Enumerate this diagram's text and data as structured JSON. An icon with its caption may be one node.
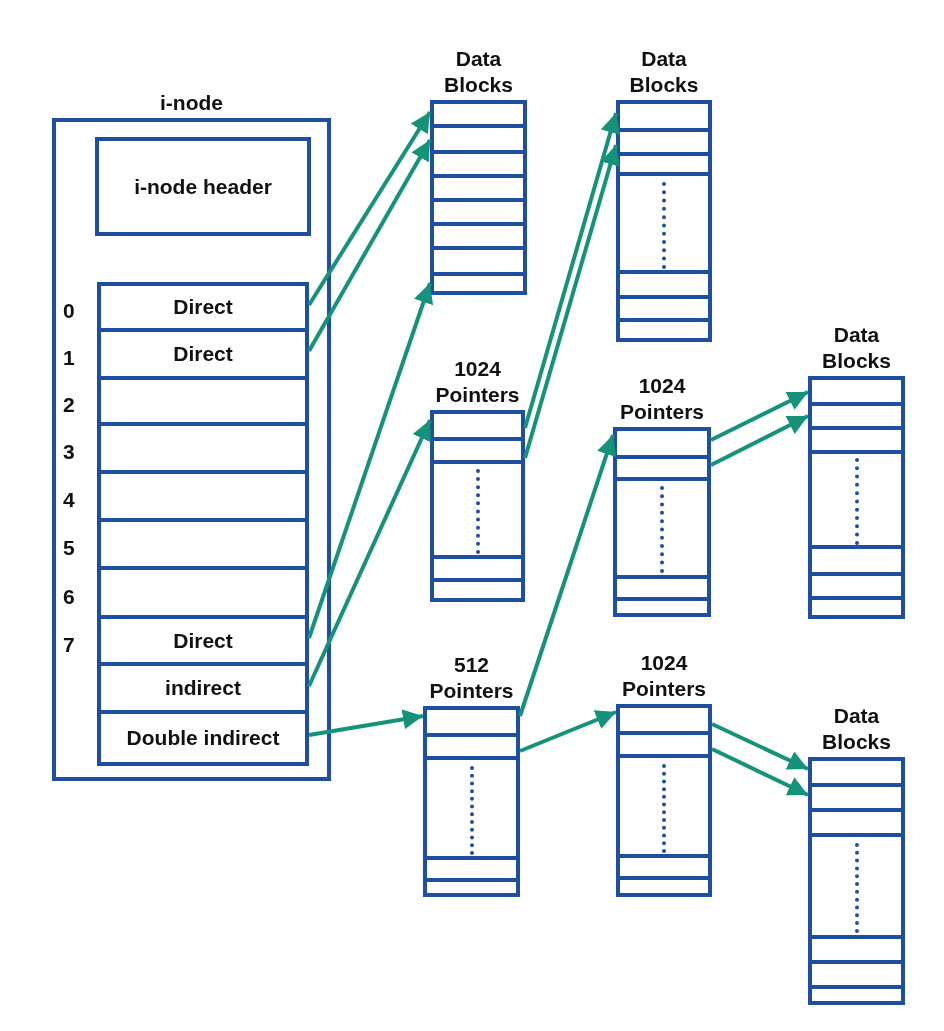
{
  "diagram": {
    "nodes": [
      {
        "text": [
          "i-node"
        ]
      },
      {
        "text": [
          "i-node header"
        ],
        "in": 0
      },
      {
        "text": [
          "Direct"
        ],
        "in": 0,
        "beside": [
          "0"
        ]
      },
      {
        "text": [
          "Direct"
        ],
        "in": 0,
        "beside": [
          "1"
        ]
      },
      {
        "text": [],
        "shape": "box",
        "in": 0,
        "beside": [
          "2"
        ]
      },
      {
        "text": [],
        "shape": "box",
        "in": 0,
        "beside": [
          "3"
        ]
      },
      {
        "text": [],
        "shape": "box",
        "in": 0,
        "beside": [
          "4"
        ]
      },
      {
        "text": [],
        "shape": "box",
        "in": 0,
        "beside": [
          "5"
        ]
      },
      {
        "text": [],
        "shape": "box",
        "in": 0,
        "beside": [
          "6"
        ]
      },
      {
        "text": [
          "Direct"
        ],
        "in": 0,
        "beside": [
          "7"
        ]
      },
      {
        "text": [
          "indirect"
        ],
        "in": 0
      },
      {
        "text": [
          "Double indirect"
        ],
        "in": 0
      },
      {
        "text": [
          "Data Blocks"
        ]
      },
      {
        "text": [
          "Data Blocks"
        ]
      },
      {
        "text": [
          "1024 Pointers"
        ]
      },
      {
        "text": [
          "1024 Pointers"
        ]
      },
      {
        "text": [
          "Data Blocks"
        ]
      },
      {
        "text": [
          "512 Pointers"
        ]
      },
      {
        "text": [
          "1024 Pointers"
        ]
      },
      {
        "text": [
          "Data Blocks"
        ]
      }
    ],
    "edges": [
      {
        "from": 2,
        "to": 12,
        "arrow": "to"
      },
      {
        "from": 3,
        "to": 12,
        "arrow": "to"
      },
      {
        "from": 9,
        "to": 12,
        "arrow": "to"
      },
      {
        "from": 10,
        "to": 14,
        "arrow": "to"
      },
      {
        "from": 11,
        "to": 17,
        "arrow": "to"
      },
      {
        "from": 14,
        "to": 13,
        "arrow": "to"
      },
      {
        "from": 14,
        "to": 13,
        "arrow": "to"
      },
      {
        "from": 17,
        "to": 15,
        "arrow": "to"
      },
      {
        "from": 17,
        "to": 18,
        "arrow": "to"
      },
      {
        "from": 15,
        "to": 16,
        "arrow": "to"
      },
      {
        "from": 15,
        "to": 16,
        "arrow": "to"
      },
      {
        "from": 18,
        "to": 19,
        "arrow": "to"
      },
      {
        "from": 18,
        "to": 19,
        "arrow": "to"
      }
    ]
  }
}
